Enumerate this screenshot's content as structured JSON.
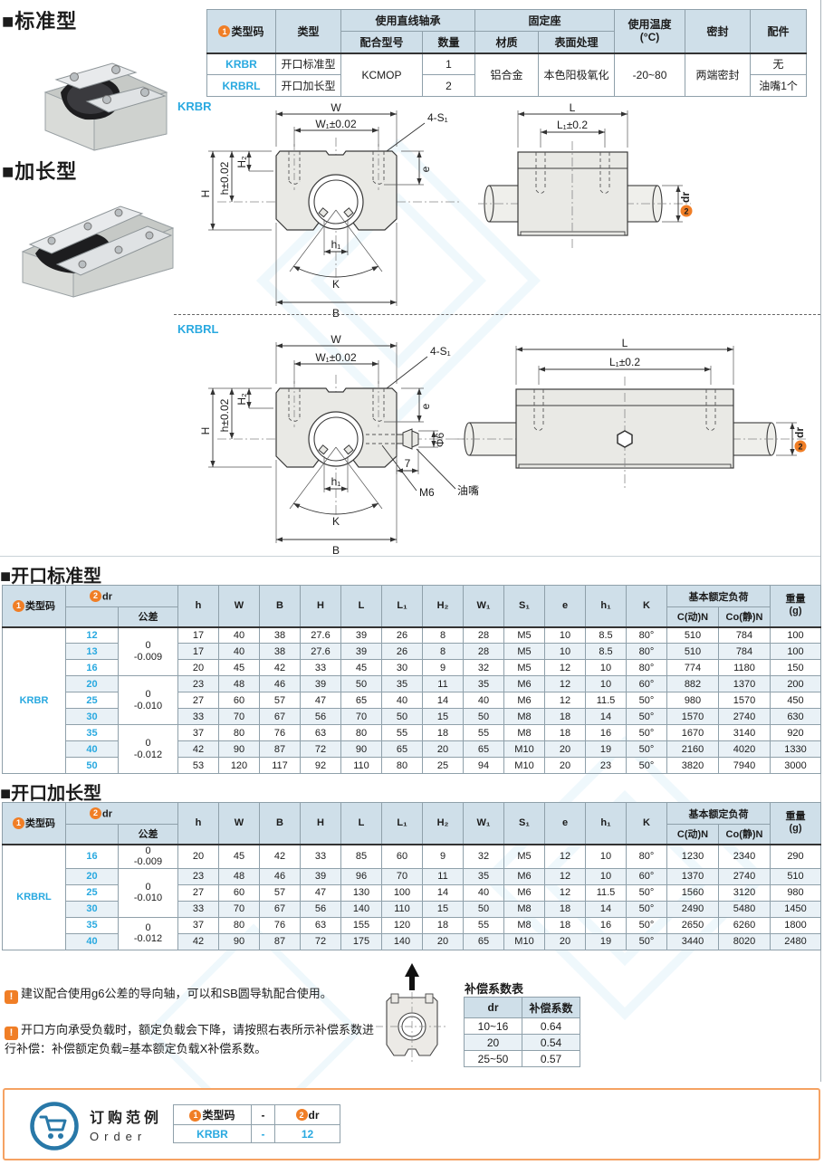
{
  "colors": {
    "accent_blue": "#29a9e0",
    "badge_orange": "#f07e26",
    "header_bg": "#cfdfe9",
    "row_stripe": "#e9f1f6",
    "order_border": "#f5a263",
    "cart_blue": "#2878a8"
  },
  "sections": {
    "standard": "■标准型",
    "extended": "■加长型"
  },
  "spec_table": {
    "badge1": "1",
    "type_code": "类型码",
    "type": "类型",
    "bearing_group": "使用直线轴承",
    "model": "配合型号",
    "qty": "数量",
    "housing_group": "固定座",
    "material": "材质",
    "surface": "表面处理",
    "temp": "使用温度\n(°C)",
    "seal": "密封",
    "accessory": "配件",
    "r1": {
      "code": "KRBR",
      "type": "开口标准型",
      "qty": "1",
      "accessory": "无"
    },
    "r2": {
      "code": "KRBRL",
      "type": "开口加长型",
      "qty": "2",
      "accessory": "油嘴1个"
    },
    "shared": {
      "model": "KCMOP",
      "material": "铝合金",
      "surface": "本色阳极氧化",
      "temp": "-20~80",
      "seal": "两端密封"
    }
  },
  "drawings": {
    "krbr_label": "KRBR",
    "krbrl_label": "KRBRL"
  },
  "dims": {
    "W": "W",
    "W1": "W₁±0.02",
    "S1": "4-S₁",
    "H": "H",
    "h": "h±0.02",
    "H2": "H₂",
    "e": "e",
    "h1": "h₁",
    "K": "K",
    "B": "B",
    "L": "L",
    "L1": "L₁±0.2",
    "dr": "dr",
    "badge2": "2",
    "phi6": "Φ6",
    "seven": "7",
    "M6": "M6",
    "nipple": "油嘴"
  },
  "size_headers": {
    "badge1": "1",
    "code": "类型码",
    "badge2": "2",
    "dr": "dr",
    "tol": "公差",
    "cols": [
      "h",
      "W",
      "B",
      "H",
      "L",
      "L₁",
      "H₂",
      "W₁",
      "S₁",
      "e",
      "h₁",
      "K"
    ],
    "load_group": "基本额定负荷",
    "load_dyn": "C(动)N",
    "load_stat": "Co(静)N",
    "weight": "重量\n(g)"
  },
  "table_standard": {
    "title": "■开口标准型",
    "code": "KRBR",
    "rows": [
      {
        "dr": "12",
        "tol": "0\n-0.009",
        "tol_span": 3,
        "v": [
          "17",
          "40",
          "38",
          "27.6",
          "39",
          "26",
          "8",
          "28",
          "M5",
          "10",
          "8.5",
          "80°",
          "510",
          "784",
          "100"
        ]
      },
      {
        "dr": "13",
        "v": [
          "17",
          "40",
          "38",
          "27.6",
          "39",
          "26",
          "8",
          "28",
          "M5",
          "10",
          "8.5",
          "80°",
          "510",
          "784",
          "100"
        ]
      },
      {
        "dr": "16",
        "v": [
          "20",
          "45",
          "42",
          "33",
          "45",
          "30",
          "9",
          "32",
          "M5",
          "12",
          "10",
          "80°",
          "774",
          "1180",
          "150"
        ]
      },
      {
        "dr": "20",
        "tol": "0\n-0.010",
        "tol_span": 3,
        "v": [
          "23",
          "48",
          "46",
          "39",
          "50",
          "35",
          "11",
          "35",
          "M6",
          "12",
          "10",
          "60°",
          "882",
          "1370",
          "200"
        ]
      },
      {
        "dr": "25",
        "v": [
          "27",
          "60",
          "57",
          "47",
          "65",
          "40",
          "14",
          "40",
          "M6",
          "12",
          "11.5",
          "50°",
          "980",
          "1570",
          "450"
        ]
      },
      {
        "dr": "30",
        "v": [
          "33",
          "70",
          "67",
          "56",
          "70",
          "50",
          "15",
          "50",
          "M8",
          "18",
          "14",
          "50°",
          "1570",
          "2740",
          "630"
        ]
      },
      {
        "dr": "35",
        "tol": "0\n-0.012",
        "tol_span": 3,
        "v": [
          "37",
          "80",
          "76",
          "63",
          "80",
          "55",
          "18",
          "55",
          "M8",
          "18",
          "16",
          "50°",
          "1670",
          "3140",
          "920"
        ]
      },
      {
        "dr": "40",
        "v": [
          "42",
          "90",
          "87",
          "72",
          "90",
          "65",
          "20",
          "65",
          "M10",
          "20",
          "19",
          "50°",
          "2160",
          "4020",
          "1330"
        ]
      },
      {
        "dr": "50",
        "v": [
          "53",
          "120",
          "117",
          "92",
          "110",
          "80",
          "25",
          "94",
          "M10",
          "20",
          "23",
          "50°",
          "3820",
          "7940",
          "3000"
        ]
      }
    ]
  },
  "table_extended": {
    "title": "■开口加长型",
    "code": "KRBRL",
    "rows": [
      {
        "dr": "16",
        "tol": "0\n-0.009",
        "tol_span": 1,
        "v": [
          "20",
          "45",
          "42",
          "33",
          "85",
          "60",
          "9",
          "32",
          "M5",
          "12",
          "10",
          "80°",
          "1230",
          "2340",
          "290"
        ]
      },
      {
        "dr": "20",
        "tol": "0\n-0.010",
        "tol_span": 3,
        "v": [
          "23",
          "48",
          "46",
          "39",
          "96",
          "70",
          "11",
          "35",
          "M6",
          "12",
          "10",
          "60°",
          "1370",
          "2740",
          "510"
        ]
      },
      {
        "dr": "25",
        "v": [
          "27",
          "60",
          "57",
          "47",
          "130",
          "100",
          "14",
          "40",
          "M6",
          "12",
          "11.5",
          "50°",
          "1560",
          "3120",
          "980"
        ]
      },
      {
        "dr": "30",
        "v": [
          "33",
          "70",
          "67",
          "56",
          "140",
          "110",
          "15",
          "50",
          "M8",
          "18",
          "14",
          "50°",
          "2490",
          "5480",
          "1450"
        ]
      },
      {
        "dr": "35",
        "tol": "0\n-0.012",
        "tol_span": 2,
        "v": [
          "37",
          "80",
          "76",
          "63",
          "155",
          "120",
          "18",
          "55",
          "M8",
          "18",
          "16",
          "50°",
          "2650",
          "6260",
          "1800"
        ]
      },
      {
        "dr": "40",
        "v": [
          "42",
          "90",
          "87",
          "72",
          "175",
          "140",
          "20",
          "65",
          "M10",
          "20",
          "19",
          "50°",
          "3440",
          "8020",
          "2480"
        ]
      }
    ]
  },
  "notes": {
    "bang": "!",
    "n1": "建议配合使用g6公差的导向轴，可以和SB圆导轨配合使用。",
    "n2": "开口方向承受负载时，额定负载会下降，请按照右表所示补偿系数进行补偿：补偿额定负载=基本额定负载X补偿系数。"
  },
  "comp_table": {
    "title": "补偿系数表",
    "col_dr": "dr",
    "col_factor": "补偿系数",
    "rows": [
      [
        "10~16",
        "0.64"
      ],
      [
        "20",
        "0.54"
      ],
      [
        "25~50",
        "0.57"
      ]
    ]
  },
  "order": {
    "cn": "订购范例",
    "en": "Order",
    "badge1": "1",
    "code_label": "类型码",
    "dash": "-",
    "badge2": "2",
    "dr_label": "dr",
    "code_val": "KRBR",
    "dash_val": "-",
    "dr_val": "12"
  }
}
